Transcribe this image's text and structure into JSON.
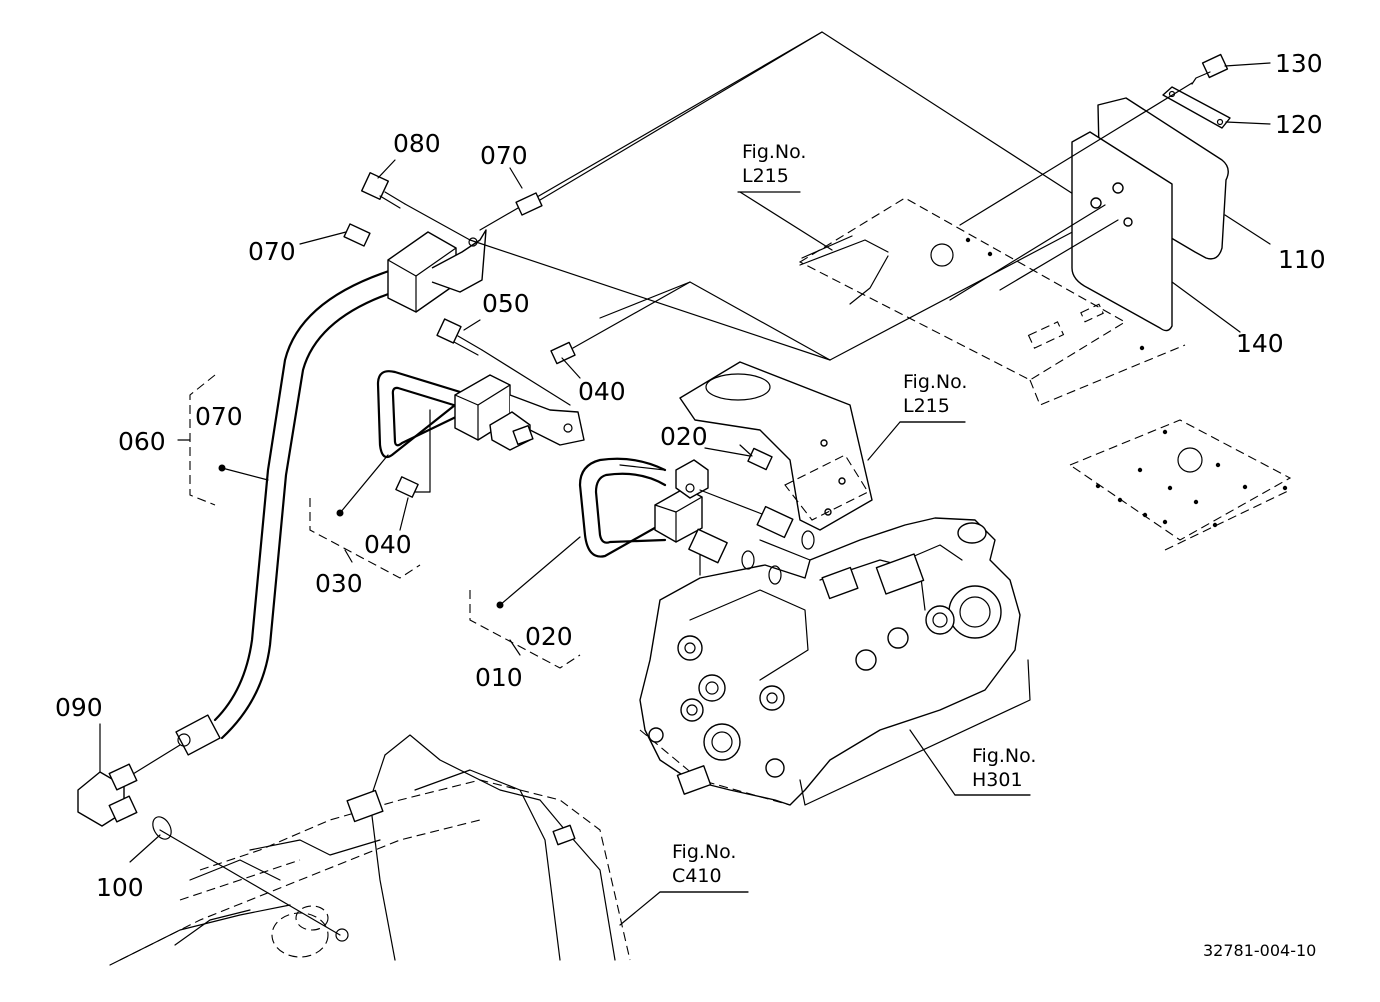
{
  "diagram": {
    "drawing_number": "32781-004-10",
    "part_labels": [
      "130",
      "120",
      "110",
      "140",
      "080",
      "070",
      "070",
      "070",
      "060",
      "050",
      "040",
      "040",
      "030",
      "020",
      "020",
      "010",
      "090",
      "100"
    ],
    "figure_refs": [
      {
        "prefix": "Fig.No.",
        "code": "L215"
      },
      {
        "prefix": "Fig.No.",
        "code": "L215"
      },
      {
        "prefix": "Fig.No.",
        "code": "H301"
      },
      {
        "prefix": "Fig.No.",
        "code": "C410"
      }
    ]
  }
}
